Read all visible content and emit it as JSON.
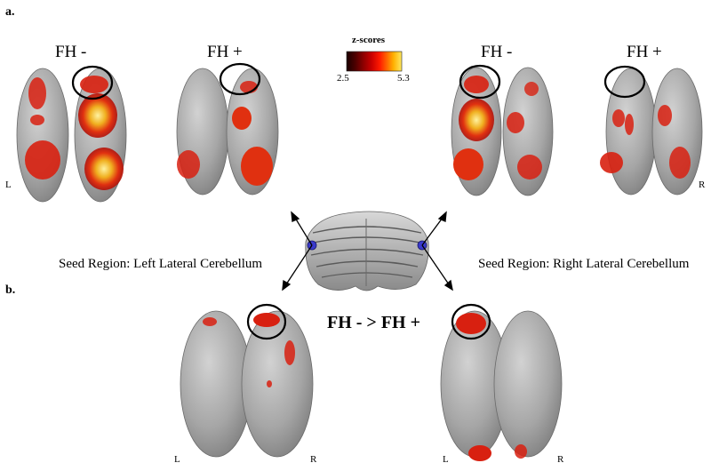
{
  "panels": {
    "a": "a.",
    "b": "b."
  },
  "conditions": {
    "fh_minus": "FH -",
    "fh_plus": "FH +"
  },
  "colorbar": {
    "title": "z-scores",
    "min_label": "2.5",
    "max_label": "5.3",
    "min": 2.5,
    "max": 5.3,
    "colors": [
      "#1a0000",
      "#4a0000",
      "#8b0000",
      "#c80000",
      "#ff1a00",
      "#ff6000",
      "#ffb000",
      "#ffe860"
    ]
  },
  "seeds": {
    "left": "Seed Region: Left Lateral Cerebellum",
    "right": "Seed Region: Right Lateral Cerebellum"
  },
  "contrast": "FH - > FH +",
  "hemisphere_labels": {
    "left": "L",
    "right": "R"
  },
  "colors": {
    "brain": "#9a9a9a",
    "activation_red": "#d82010",
    "activation_hot": "#f0d040",
    "roi_circle": "#000000",
    "seed_marker": "#3a3acc"
  }
}
